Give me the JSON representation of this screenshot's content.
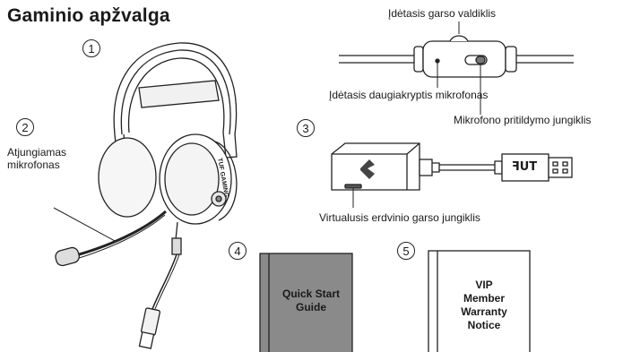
{
  "page": {
    "title": "Gaminio apžvalga"
  },
  "items": [
    {
      "number": "1"
    },
    {
      "number": "2",
      "label_lines": [
        "Atjungiamas",
        "mikrofonas"
      ]
    },
    {
      "number": "3"
    },
    {
      "number": "4",
      "booklet_lines": [
        "Quick Start",
        "Guide"
      ],
      "booklet_color": "#8a8a8a"
    },
    {
      "number": "5",
      "booklet_lines": [
        "VIP",
        "Member",
        "Warranty",
        "Notice"
      ],
      "booklet_color": "#ffffff"
    }
  ],
  "callouts": {
    "volume_control": "Įdėtasis garso valdiklis",
    "mic": "Įdėtasis daugiakryptis mikrofonas",
    "mute_switch": "Mikrofono pritildymo jungiklis",
    "surround_switch": "Virtualusis erdvinio garso jungiklis"
  },
  "brand": {
    "adapter_logo": "TUF",
    "headset_side_text": "TUF GAMING"
  }
}
